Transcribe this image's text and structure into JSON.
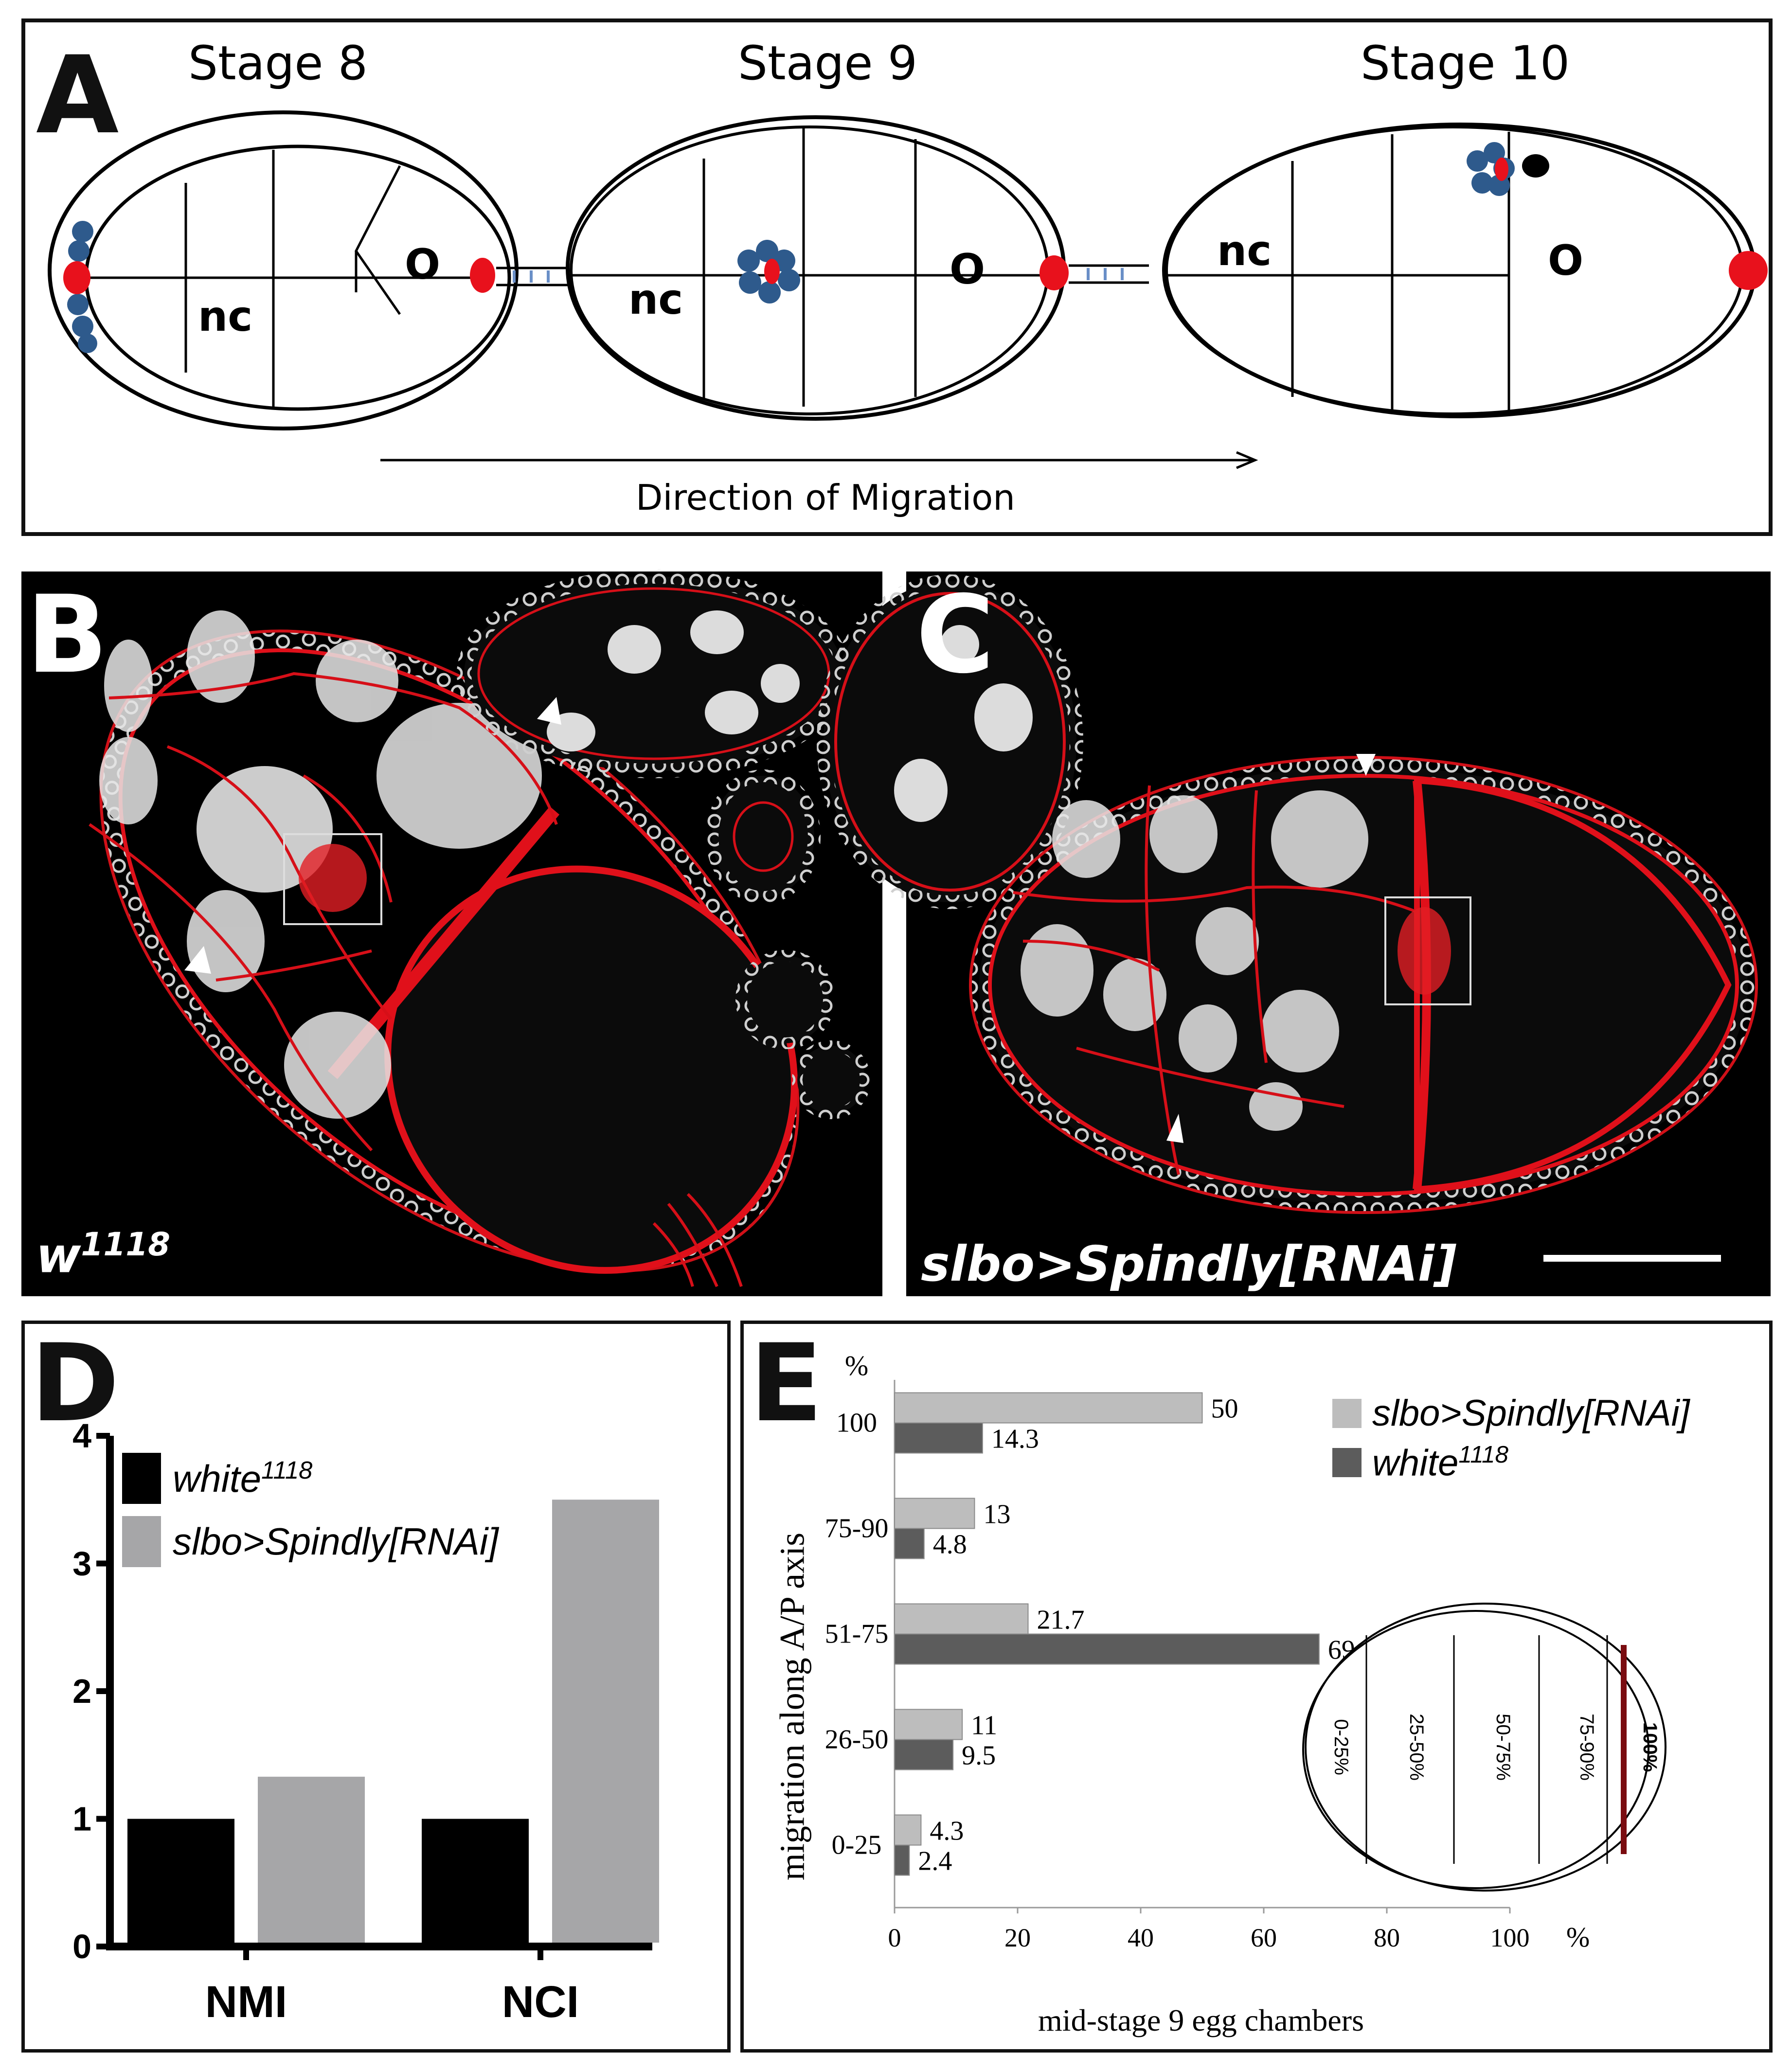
{
  "figure": {
    "panel_letters": {
      "a": "A",
      "b": "B",
      "c": "C",
      "d": "D",
      "e": "E"
    }
  },
  "panel_a": {
    "stage_8_label": "Stage 8",
    "stage_9_label": "Stage 9",
    "stage_10_label": "Stage 10",
    "nurse_cell_label": "nc",
    "oocyte_label": "O",
    "arrow_label": "Direction of Migration",
    "colors": {
      "border_cells": "#2e5a8c",
      "polar_cells": "#e8111c",
      "outline": "#000000",
      "stalk": "#6a8fc7"
    }
  },
  "panel_b": {
    "genotype_base": "w",
    "genotype_sup": "1118"
  },
  "panel_c": {
    "genotype": "slbo>Spindly[RNAi]"
  },
  "panel_d": {
    "chart_data": {
      "type": "bar",
      "categories": [
        "NMI",
        "NCI"
      ],
      "series": [
        {
          "name": "white1118",
          "name_base": "white",
          "name_sup": "1118",
          "color": "#000000",
          "values": [
            1,
            1
          ]
        },
        {
          "name": "slbo>Spindly[RNAi]",
          "color": "#a6a6a8",
          "values": [
            1.33,
            3.5
          ]
        }
      ],
      "ylim": [
        0,
        4
      ],
      "yticks": [
        "0",
        "1",
        "2",
        "3",
        "4"
      ],
      "legend": "top-left"
    }
  },
  "panel_e": {
    "chart_data": {
      "type": "bar",
      "orientation": "horizontal",
      "categories": [
        "100",
        "75-90",
        "51-75",
        "26-50",
        "0-25"
      ],
      "series": [
        {
          "name": "slbo>Spindly[RNAi]",
          "color": "#bdbdbd",
          "values": [
            50,
            13,
            21.7,
            11,
            4.3
          ],
          "labels": [
            "50",
            "13",
            "21.7",
            "11",
            "4.3"
          ]
        },
        {
          "name": "white1118",
          "name_base": "white",
          "name_sup": "1118",
          "color": "#5c5c5c",
          "values": [
            14.3,
            4.8,
            69,
            9.5,
            2.4
          ],
          "labels": [
            "14.3",
            "4.8",
            "69",
            "9.5",
            "2.4"
          ]
        }
      ],
      "xlim": [
        0,
        100
      ],
      "xticks": [
        "0",
        "20",
        "40",
        "60",
        "80",
        "100"
      ],
      "x_unit": "%",
      "y_unit": "%",
      "xlabel": "mid-stage 9 egg chambers",
      "ylabel": "migration along A/P axis",
      "legend": "top-right"
    },
    "inset_regions": [
      "0-25%",
      "25-50%",
      "50-75%",
      "75-90%",
      "100%"
    ]
  }
}
